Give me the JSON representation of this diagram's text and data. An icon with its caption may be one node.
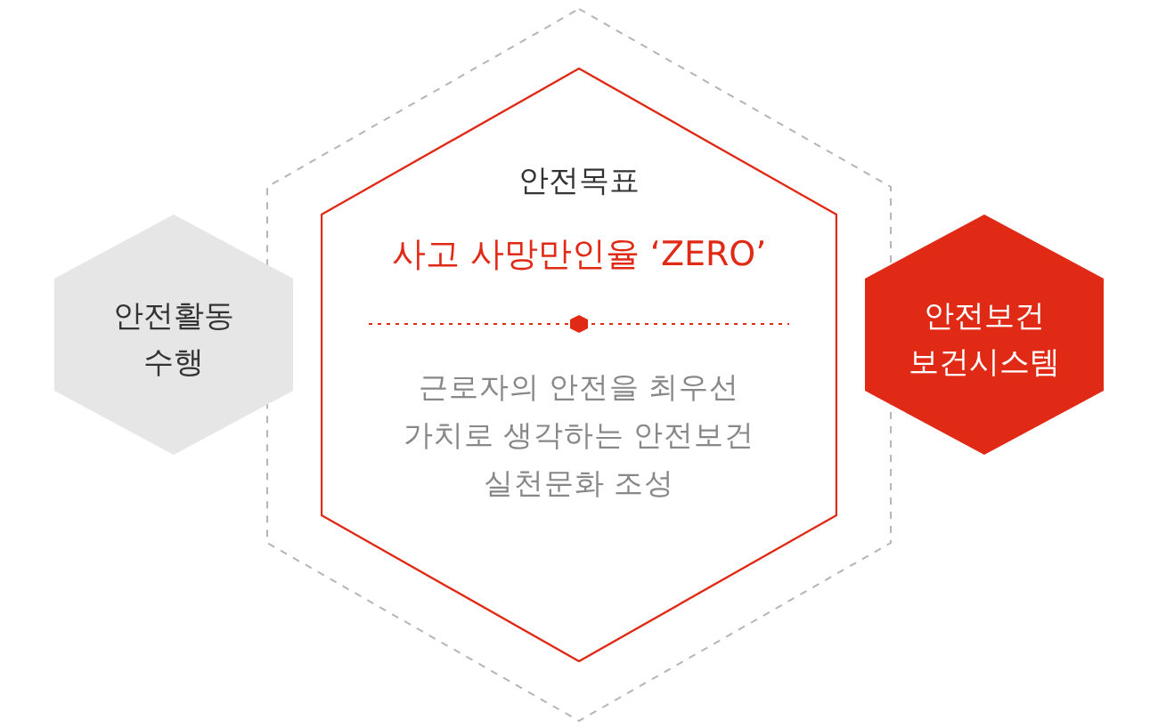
{
  "diagram": {
    "nodes": [
      {
        "text": [
          "안전활동 수행"
        ]
      },
      {
        "text": [
          "안전목표",
          "사고 사망만인율 ‘ZERO’",
          "근로자의 안전을 최우선 가치로 생각하는 안전보건 실천문화 조성"
        ]
      },
      {
        "text": [
          "안전보건 보건시스템"
        ]
      }
    ]
  }
}
